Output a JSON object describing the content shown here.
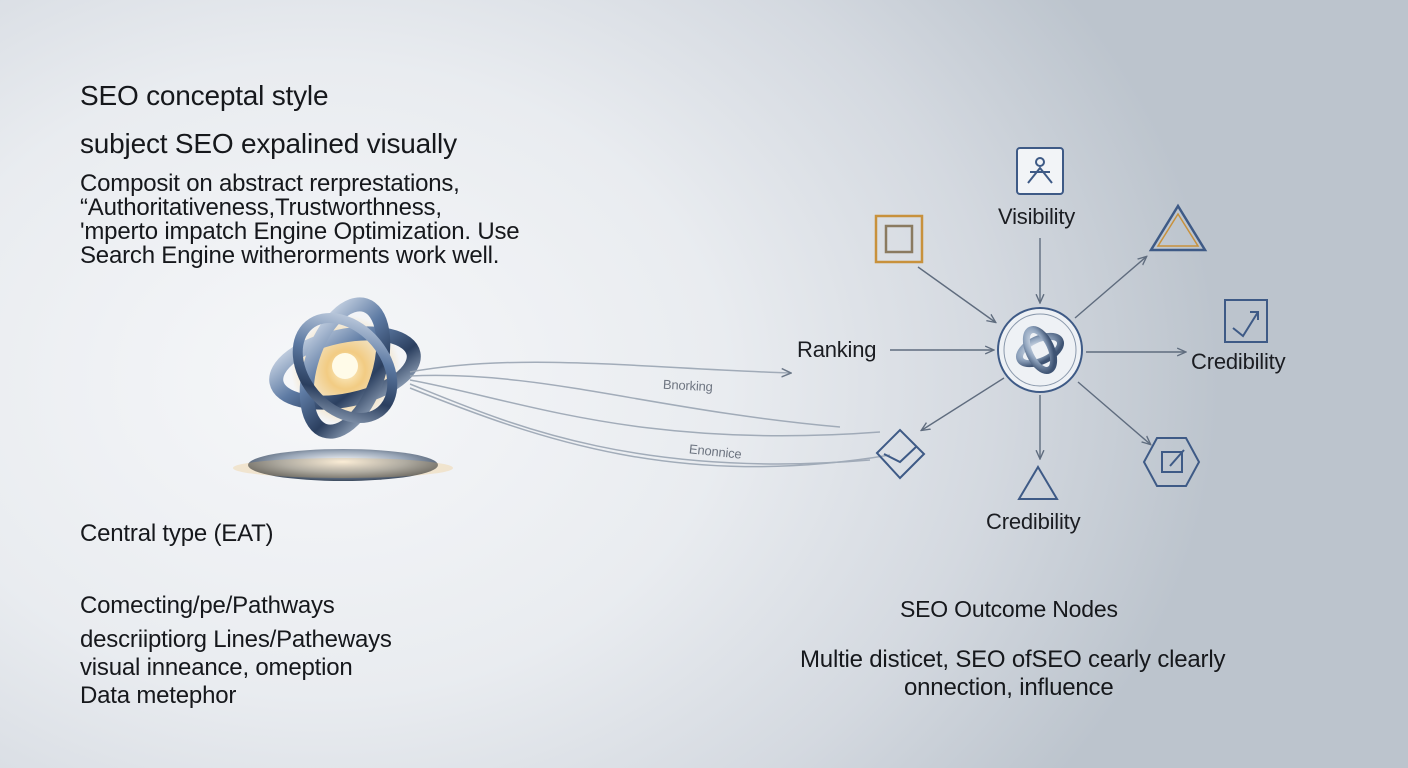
{
  "header": {
    "title": "SEO conceptal style",
    "subtitle": "subject SEO expalined visually"
  },
  "description": {
    "lines": [
      "Composit on abstract rerprestations,",
      "“Authoritativeness,Trustworthness,",
      "'mperto impatch Engine Optimization. Use",
      "Search Engine witherorments work well."
    ]
  },
  "central": {
    "label": "Central type (EAT)"
  },
  "pathways": {
    "heading": "Comecting/pe/Pathways",
    "lines": [
      "descriiptiorg Lines/Patheways",
      "visual inneance, omeption",
      "Data metephor"
    ],
    "flow_labels": [
      "Bnorking",
      "Enonnice"
    ]
  },
  "nodes": {
    "hub_icon": "knot-icon",
    "visibility_label": "Visibility",
    "ranking_label": "Ranking",
    "credibility_right_label": "Credibility",
    "credibility_bottom_label": "Credibility",
    "icons": [
      "person-square-icon",
      "square-in-square-icon",
      "triangle-icon",
      "check-square-icon",
      "diamond-icon",
      "triangle-icon",
      "hexagon-edit-icon"
    ]
  },
  "outcome": {
    "heading": "SEO Outcome Nodes",
    "lines": [
      "Multie disticet, SEO ofSEO cearly clearly",
      "onnection, influence"
    ]
  },
  "colors": {
    "accent_blue": "#3e5a86",
    "accent_gold": "#c8913c",
    "line_gray": "#5f6c7e"
  }
}
